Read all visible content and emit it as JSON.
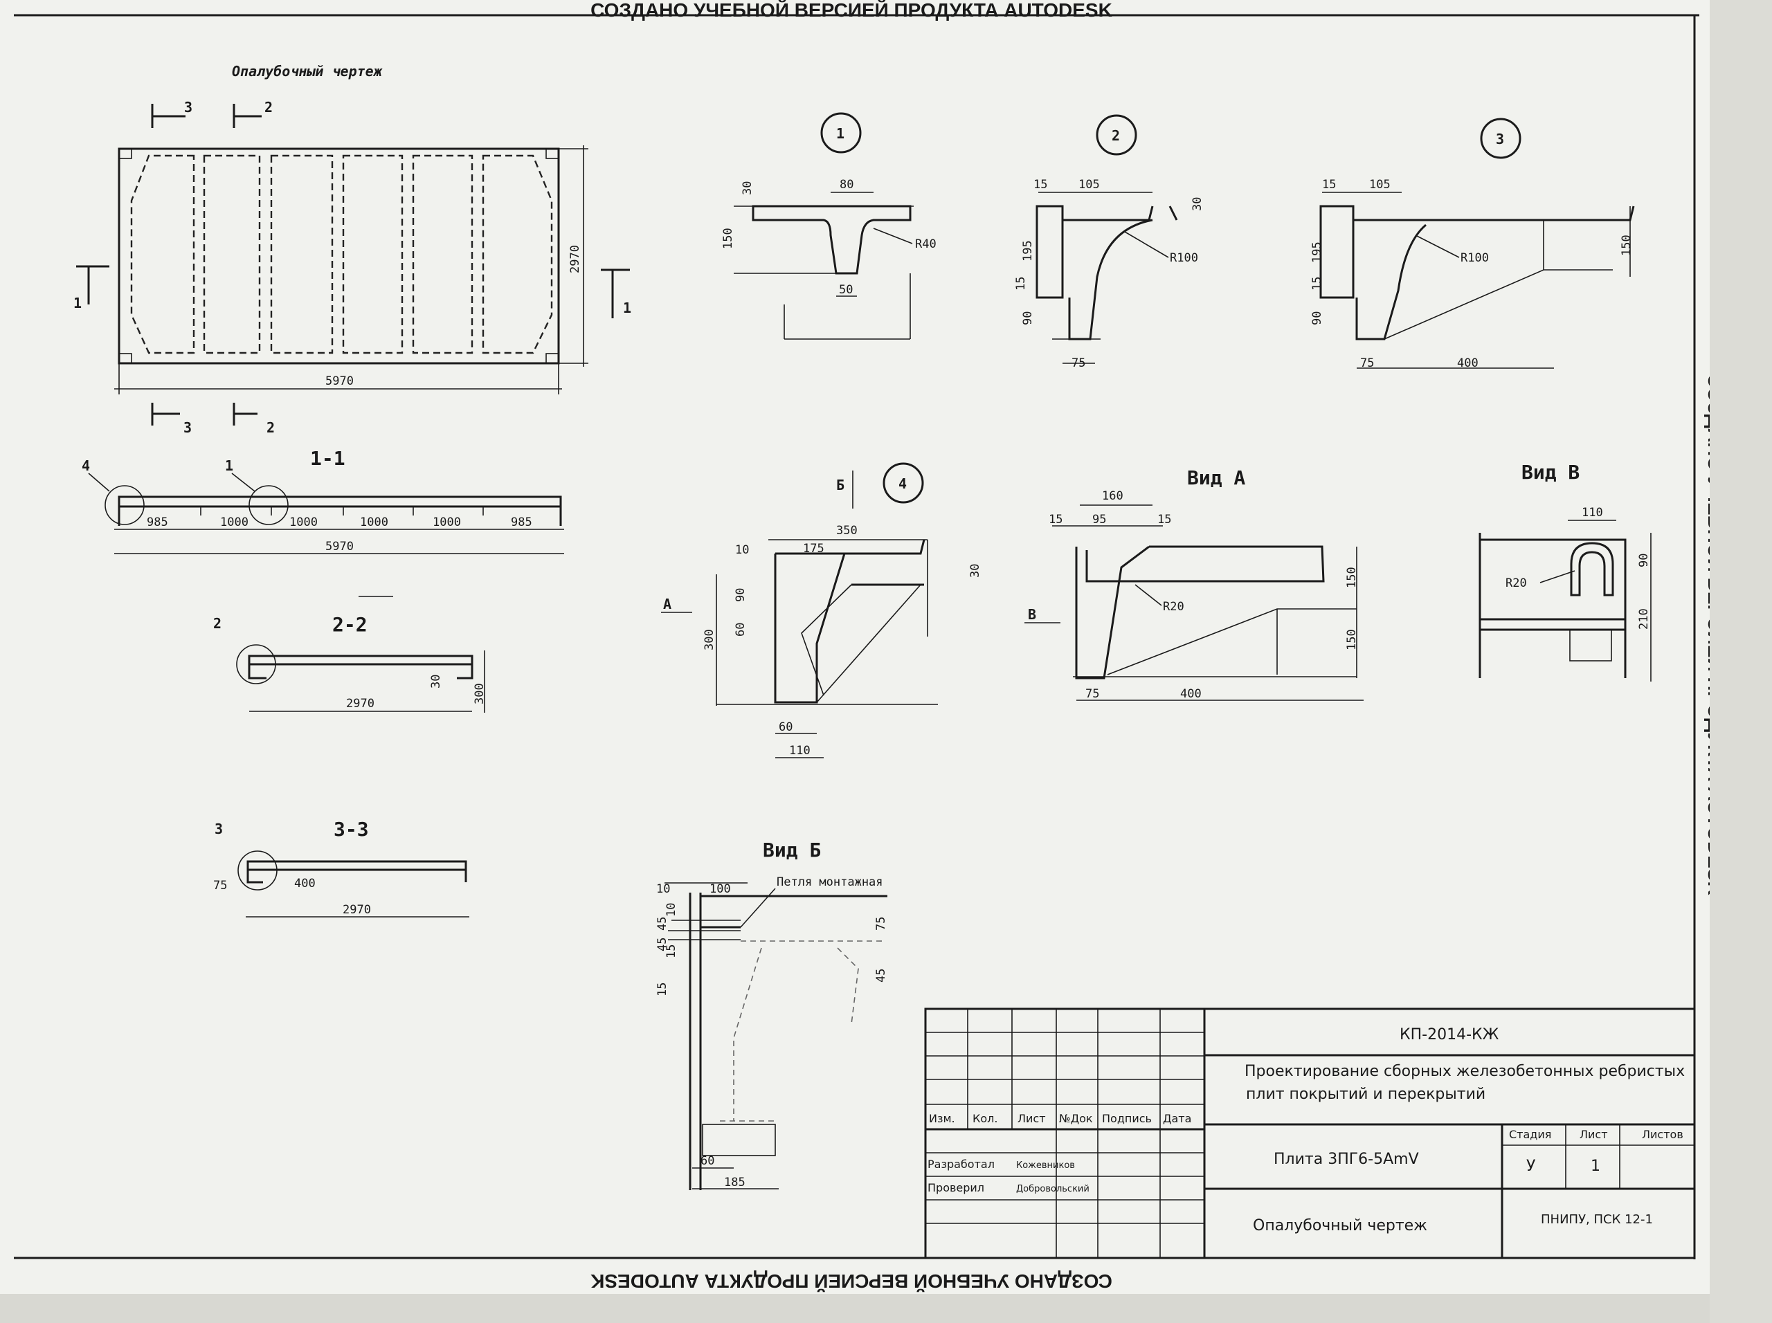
{
  "watermark": {
    "text": "СОЗДАНО УЧЕБНОЙ ВЕРСИЕЙ ПРОДУКТА AUTODESK"
  },
  "sheet_title": "Опалубочный чертеж",
  "plan": {
    "dims": {
      "length": "5970",
      "width": "2970"
    },
    "section_marks": {
      "s1": "1",
      "s2": "2",
      "s3": "3"
    }
  },
  "callouts": {
    "c1": "1",
    "c2": "2",
    "c3": "3",
    "c4": "4"
  },
  "section_1_1": {
    "title": "1-1",
    "dims": [
      "985",
      "1000",
      "1000",
      "1000",
      "1000",
      "985"
    ],
    "total": "5970",
    "callout_a": "4",
    "callout_b": "1"
  },
  "section_2_2": {
    "title": "2-2",
    "callout": "2",
    "dim_len": "2970",
    "dim_h1": "30",
    "dim_h2": "300"
  },
  "section_3_3": {
    "title": "3-3",
    "callout": "3",
    "dim_a": "75",
    "dim_b": "400",
    "dim_len": "2970"
  },
  "detail_1": {
    "w": "80",
    "h1": "30",
    "h2": "150",
    "r": "R40",
    "b": "50"
  },
  "detail_2": {
    "a": "15",
    "b": "105",
    "c": "30",
    "d": "195",
    "e": "15",
    "f": "90",
    "g": "75",
    "r": "R100"
  },
  "detail_3": {
    "a": "15",
    "b": "105",
    "c": "195",
    "d": "15",
    "e": "90",
    "f": "75",
    "g": "400",
    "h": "150",
    "r": "R100"
  },
  "detail_4": {
    "view_mark": "Б",
    "side_mark": "А",
    "w": "350",
    "a": "10",
    "b": "175",
    "c": "30",
    "d": "90",
    "e": "60",
    "h": "300",
    "f": "60",
    "g": "110"
  },
  "view_a": {
    "title": "Вид А",
    "mark": "В",
    "w": "160",
    "a": "15",
    "b": "95",
    "c": "15",
    "r": "R20",
    "h1": "150",
    "h2": "150",
    "d": "75",
    "e": "400"
  },
  "view_b": {
    "title": "Вид Б",
    "a": "10",
    "b": "100",
    "loop_label": "Петля монтажная",
    "c": "45",
    "d": "45",
    "e": "15",
    "f": "10",
    "g": "15",
    "h": "75",
    "i": "45",
    "j": "60",
    "k": "185"
  },
  "view_v": {
    "title": "Вид В",
    "w": "110",
    "r": "R20",
    "h1": "90",
    "h2": "210"
  },
  "title_block": {
    "code": "КП-2014-КЖ",
    "project_line1": "Проектирование сборных железобетонных ребристых",
    "project_line2": "плит покрытий и перекрытий",
    "headers": [
      "Изм.",
      "Кол.",
      "Лист",
      "№Док",
      "Подпись",
      "Дата"
    ],
    "developed_label": "Разработал",
    "developed_name": "Кожевников",
    "checked_label": "Проверил",
    "checked_name": "Добровольский",
    "product": "Плита 3ПГ6-5AmV",
    "stage_label": "Стадия",
    "sheet_label": "Лист",
    "sheets_label": "Листов",
    "stage": "У",
    "sheet": "1",
    "drawing_name": "Опалубочный чертеж",
    "org": "ПНИПУ, ПСК 12-1"
  }
}
